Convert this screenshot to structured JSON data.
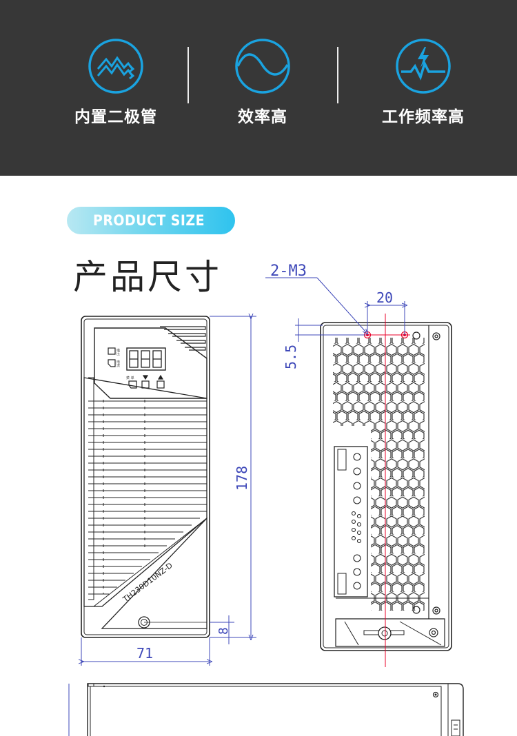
{
  "banner": {
    "features": [
      {
        "icon": "diode-wave-icon",
        "label": "内置二极管"
      },
      {
        "icon": "sine-wave-icon",
        "label": "效率高"
      },
      {
        "icon": "pulse-bolt-icon",
        "label": "工作频率高"
      }
    ],
    "icon_color": "#1aa3e0",
    "background": "#373737"
  },
  "section": {
    "pill_label": "PRODUCT   SIZE",
    "title": "产品尺寸"
  },
  "drawing": {
    "dims": {
      "screw_label": "2-M3",
      "hole_spacing": "20",
      "hole_offset": "5.5",
      "height": "178",
      "bottom_offset": "8",
      "width": "71"
    },
    "model_label": "TH230D10NZ-D",
    "display_digits": "8.8.8.",
    "dim_color": "#3d47b8",
    "centerline_color": "#e8002a"
  }
}
